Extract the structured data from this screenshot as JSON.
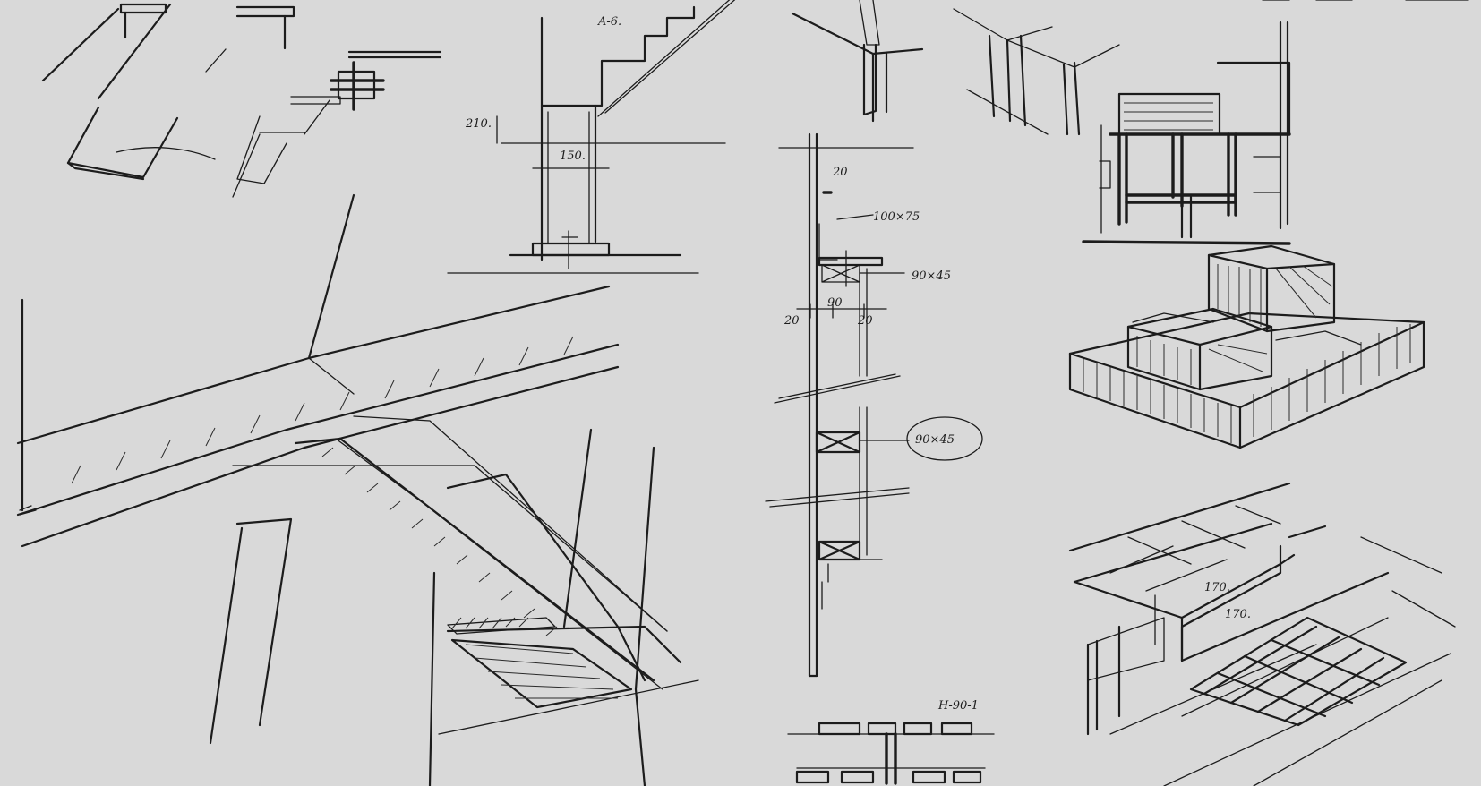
{
  "annotations": {
    "stair_callout": "A-6.",
    "stair_height": "210.",
    "stair_width": "150.",
    "dim_top": "20",
    "section_upper": "100×75",
    "section_joist": "90×45",
    "dim_left": "20",
    "dim_center": "90",
    "dim_right": "20",
    "section_circled": "90×45",
    "floor_module_a": "170.",
    "floor_module_b": "170.",
    "plan_tag": "H-90-1"
  },
  "colors": {
    "paper": "#d9d9d9",
    "ink": "#1c1c1c"
  }
}
